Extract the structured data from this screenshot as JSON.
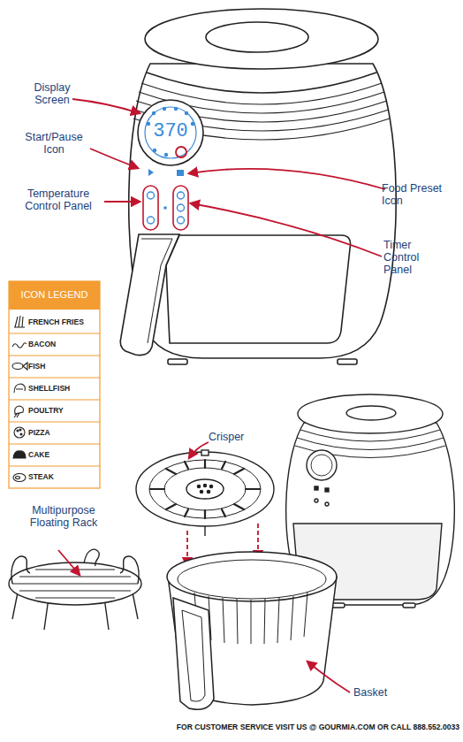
{
  "diagram": {
    "labels": [
      "Display Screen",
      "Start/Pause Icon",
      "Temperature Control Panel",
      "Food Preset Icon",
      "Timer Control Panel",
      "Crisper",
      "Multipurpose Floating Rack",
      "Basket",
      "370",
      "ICON LEGEND",
      "FOR CUSTOMER SERVICE VISIT US @ GOURMIA.COM OR CALL 888.552.0033"
    ],
    "legend": [
      {
        "text": "FRENCH FRIES"
      },
      {
        "text": "BACON"
      },
      {
        "text": "FISH"
      },
      {
        "text": "SHELLFISH"
      },
      {
        "text": "POULTRY"
      },
      {
        "text": "PIZZA"
      },
      {
        "text": "CAKE"
      },
      {
        "text": "STEAK"
      }
    ]
  }
}
